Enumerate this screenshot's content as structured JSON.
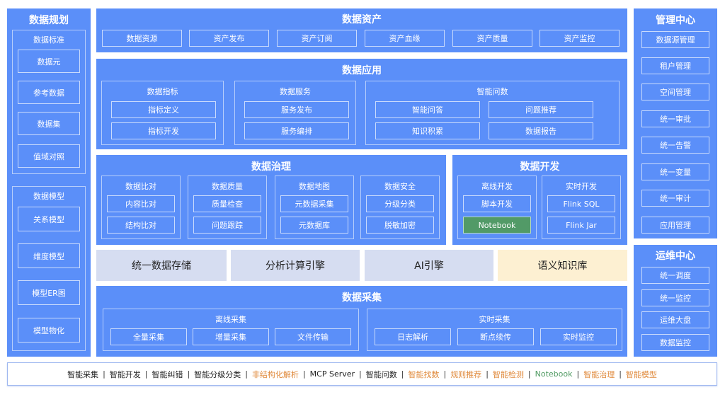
{
  "planning": {
    "title": "数据规划",
    "standard": {
      "title": "数据标准",
      "items": [
        "数据元",
        "参考数据",
        "数据集",
        "值域对照"
      ]
    },
    "model": {
      "title": "数据模型",
      "items": [
        "关系模型",
        "维度模型",
        "模型ER图",
        "模型物化"
      ]
    }
  },
  "assets": {
    "title": "数据资产",
    "items": [
      "数据资源",
      "资产发布",
      "资产订阅",
      "资产血缘",
      "资产质量",
      "资产监控"
    ]
  },
  "application": {
    "title": "数据应用",
    "groups": [
      {
        "title": "数据指标",
        "items": [
          "指标定义",
          "指标开发"
        ]
      },
      {
        "title": "数据服务",
        "items": [
          "服务发布",
          "服务编排"
        ]
      },
      {
        "title": "智能问数",
        "items": [
          "智能问答",
          "问题推荐",
          "知识积累",
          "数据报告"
        ]
      }
    ]
  },
  "governance": {
    "title": "数据治理",
    "groups": [
      {
        "title": "数据比对",
        "items": [
          "内容比对",
          "结构比对"
        ]
      },
      {
        "title": "数据质量",
        "items": [
          "质量检查",
          "问题跟踪"
        ]
      },
      {
        "title": "数据地图",
        "items": [
          "元数据采集",
          "元数据库"
        ]
      },
      {
        "title": "数据安全",
        "items": [
          "分级分类",
          "脱敏加密"
        ]
      }
    ]
  },
  "development": {
    "title": "数据开发",
    "groups": [
      {
        "title": "离线开发",
        "items": [
          "脚本开发",
          "Notebook"
        ]
      },
      {
        "title": "实时开发",
        "items": [
          "Flink SQL",
          "Flink Jar"
        ]
      }
    ]
  },
  "bands": [
    "统一数据存储",
    "分析计算引擎",
    "AI引擎",
    "语义知识库"
  ],
  "collection": {
    "title": "数据采集",
    "groups": [
      {
        "title": "离线采集",
        "items": [
          "全量采集",
          "增量采集",
          "文件传输"
        ]
      },
      {
        "title": "实时采集",
        "items": [
          "日志解析",
          "断点续传",
          "实时监控"
        ]
      }
    ]
  },
  "management": {
    "title": "管理中心",
    "items": [
      "数据源管理",
      "租户管理",
      "空间管理",
      "统一审批",
      "统一告警",
      "统一变量",
      "统一审计",
      "应用管理"
    ]
  },
  "operations": {
    "title": "运维中心",
    "items": [
      "统一调度",
      "统一监控",
      "运维大盘",
      "数据监控"
    ]
  },
  "bottom": [
    {
      "label": "智能采集",
      "color": "#222222"
    },
    {
      "label": "智能开发",
      "color": "#222222"
    },
    {
      "label": "智能纠错",
      "color": "#222222"
    },
    {
      "label": "智能分级分类",
      "color": "#222222"
    },
    {
      "label": "非结构化解析",
      "color": "#e08a3c"
    },
    {
      "label": "MCP Server",
      "color": "#222222"
    },
    {
      "label": "智能问数",
      "color": "#222222"
    },
    {
      "label": "智能找数",
      "color": "#e08a3c"
    },
    {
      "label": "规则推荐",
      "color": "#e08a3c"
    },
    {
      "label": "智能检测",
      "color": "#e08a3c"
    },
    {
      "label": "Notebook",
      "color": "#4f9a62"
    },
    {
      "label": "智能治理",
      "color": "#e08a3c"
    },
    {
      "label": "智能模型",
      "color": "#e08a3c"
    }
  ],
  "colors": {
    "panel": "#5b8ff9",
    "highlight": "#529a67",
    "band": "#d6ddf1",
    "band_accent": "#fdf0d2"
  }
}
